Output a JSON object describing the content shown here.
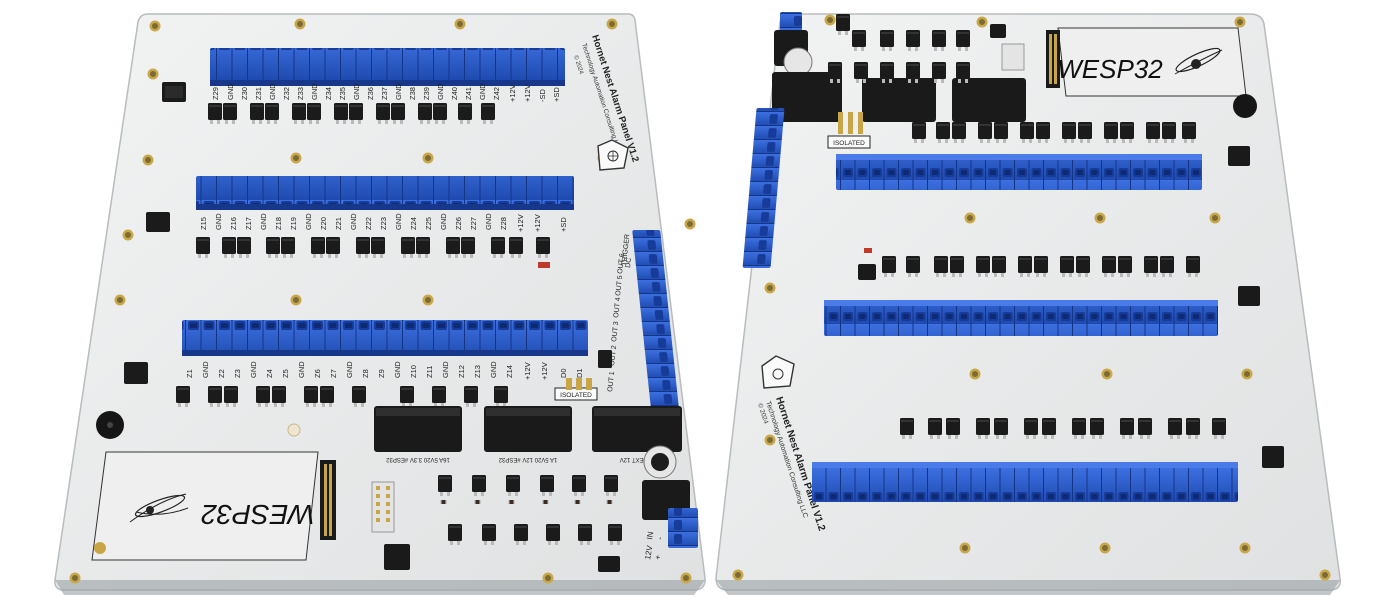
{
  "left_board": {
    "title": "Hornet Nest Alarm Panel",
    "version": "V1.2",
    "company": "Technology Automation Consulting LLC",
    "copyright": "© 2024",
    "module_label": "WESP32",
    "isolated_label": "ISOLATED",
    "output_labels": [
      "OUT 1",
      "OUT 2",
      "OUT 3",
      "OUT 4",
      "OUT 5",
      "OUT 6",
      "TRIGGER",
      "DC"
    ],
    "terminal_rows": [
      [
        "Z29",
        "GND",
        "Z30",
        "Z31",
        "GND",
        "Z32",
        "Z33",
        "GND",
        "Z34",
        "Z35",
        "GND",
        "Z36",
        "Z37",
        "GND",
        "Z38",
        "Z39",
        "GND",
        "Z40",
        "Z41",
        "GND",
        "Z42",
        "+12V",
        "+12V",
        "-SD",
        "+SD"
      ],
      [
        "Z15",
        "GND",
        "Z16",
        "Z17",
        "GND",
        "Z18",
        "Z19",
        "GND",
        "Z20",
        "Z21",
        "GND",
        "Z22",
        "Z23",
        "GND",
        "Z24",
        "Z25",
        "GND",
        "Z26",
        "Z27",
        "GND",
        "Z28",
        "+12V",
        "+12V",
        "+SD"
      ],
      [
        "Z1",
        "GND",
        "Z2",
        "Z3",
        "GND",
        "Z4",
        "Z5",
        "GND",
        "Z6",
        "Z7",
        "GND",
        "Z8",
        "Z9",
        "GND",
        "Z10",
        "Z11",
        "GND",
        "Z12",
        "Z13",
        "GND",
        "Z14",
        "+12V",
        "+12V",
        "D0",
        "D1"
      ]
    ],
    "power_labels": [
      "16A 5V20 3.3V #ESP32",
      "1A 5V20 12V #ESP32",
      "1A EXT 12V"
    ],
    "input_labels": [
      "12V",
      "IN",
      "+",
      "-"
    ]
  },
  "right_board": {
    "title": "Hornet Nest Alarm Panel",
    "version": "V1.2",
    "company": "Technology Automation Consulting LLC",
    "copyright": "© 2024",
    "module_label": "WESP32",
    "isolated_label": "ISOLATED"
  },
  "colors": {
    "background": "#ffffff",
    "board": "#e9ebeb",
    "board_edge": "#b8bcbe",
    "terminal_blue": "#2a58c4",
    "terminal_dark": "#17378a",
    "component_black": "#1b1b1b",
    "gold": "#c8a646"
  }
}
